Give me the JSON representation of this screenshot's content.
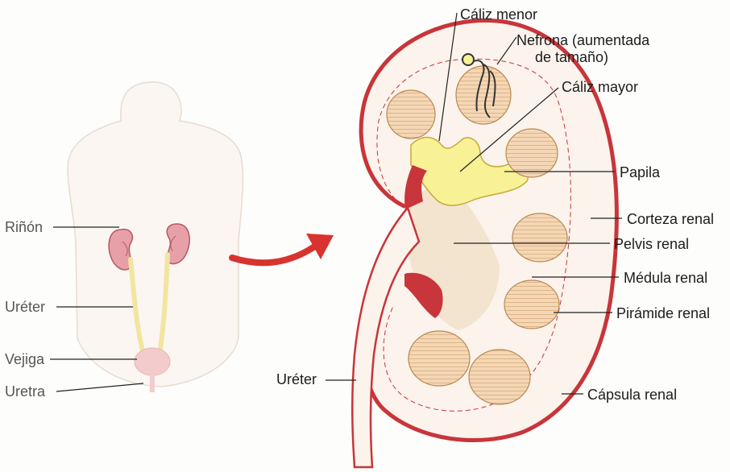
{
  "colors": {
    "capsule": "#c8353a",
    "cortex": "#fbf3ec",
    "medulla_region": "#f3e4cf",
    "pyramid_fill": "#f4d7b5",
    "pyramid_stripes": "#c9925f",
    "calyx": "#f8f196",
    "calyx_edge": "#c8a93a",
    "blood_vessel": "#c8353a",
    "arrow": "#d8332e",
    "body_outline": "#e6dcd2",
    "kidney_small": "#e7a0a7",
    "ureter_small": "#f2e5a0",
    "bladder": "#f3cbcd"
  },
  "left_figure": {
    "labels": {
      "rinon": "Riñón",
      "ureter": "Uréter",
      "vejiga": "Vejiga",
      "uretra": "Uretra"
    }
  },
  "right_figure": {
    "labels": {
      "caliz_menor": "Cáliz menor",
      "nefrona_line1": "Nefrona (aumentada",
      "nefrona_line2": "de tamaño)",
      "caliz_mayor": "Cáliz mayor",
      "papila": "Papila",
      "corteza_renal": "Corteza renal",
      "pelvis_renal": "Pelvis renal",
      "medula_renal": "Médula renal",
      "piramide_renal": "Pirámide renal",
      "ureter": "Uréter",
      "capsula_renal": "Cápsula renal"
    }
  },
  "icons": {
    "arrow": "curved-arrow-right-icon",
    "nephron": "nephron-loop-icon"
  }
}
